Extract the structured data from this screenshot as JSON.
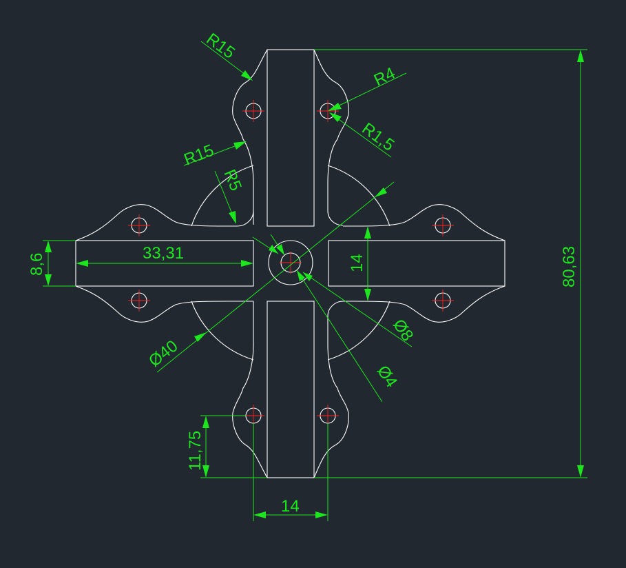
{
  "drawing": {
    "colors": {
      "background": "#212830",
      "geometry": "#ffffff",
      "dimension": "#1ee61e",
      "center_mark": "#ff2020"
    },
    "dimensions": {
      "r15_top": "R15",
      "r4": "R4",
      "r1_5": "R1,5",
      "r15_left": "R15",
      "r5": "R5",
      "width_33_31": "33,31",
      "height_8_6": "8,6",
      "height_14": "14",
      "overall_80_63": "80,63",
      "dia_8": "Ø8",
      "dia_40": "Ø40",
      "dia_4": "Ø4",
      "height_11_75": "11,75",
      "width_14": "14"
    }
  }
}
